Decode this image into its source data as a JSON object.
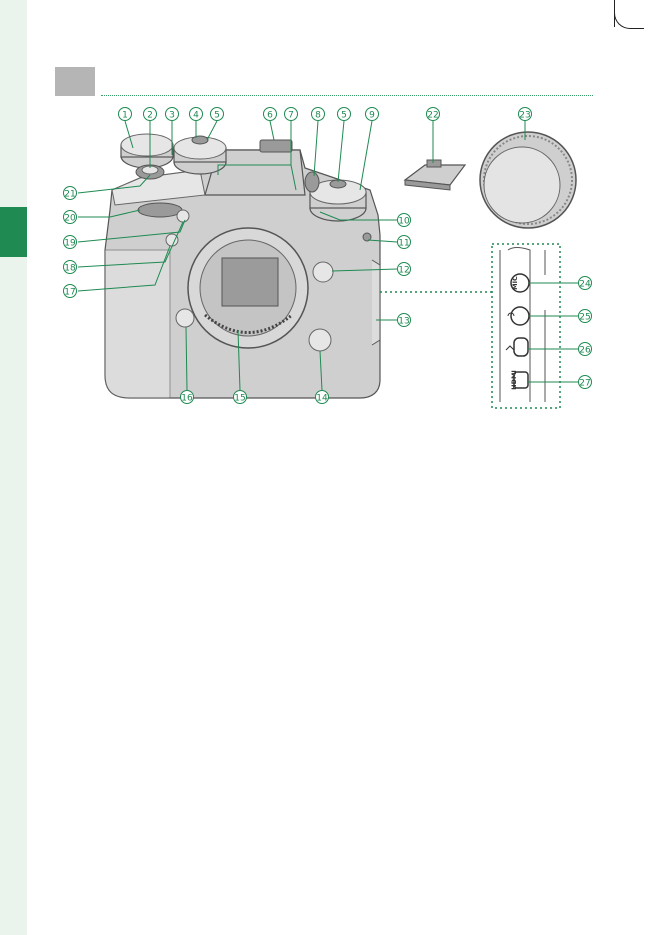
{
  "page": {
    "accent_color": "#1f8a52",
    "sidebar_color": "#eaf4ec",
    "heading_block_color": "#b5b5b5"
  },
  "figure": {
    "callouts": [
      {
        "number": "1",
        "label": "①"
      },
      {
        "number": "2",
        "label": "②"
      },
      {
        "number": "3",
        "label": "③"
      },
      {
        "number": "4",
        "label": "④"
      },
      {
        "number": "5",
        "label": "⑤"
      },
      {
        "number": "6",
        "label": "⑥"
      },
      {
        "number": "7",
        "label": "⑦"
      },
      {
        "number": "8",
        "label": "⑧"
      },
      {
        "number": "5b",
        "label": "⑤"
      },
      {
        "number": "9",
        "label": "⑨"
      },
      {
        "number": "22",
        "label": "㉒"
      },
      {
        "number": "23",
        "label": "㉓"
      },
      {
        "number": "21",
        "label": "㉑"
      },
      {
        "number": "20",
        "label": "⑳"
      },
      {
        "number": "10",
        "label": "⑩"
      },
      {
        "number": "19",
        "label": "⑲"
      },
      {
        "number": "11",
        "label": "⑪"
      },
      {
        "number": "18",
        "label": "⑱"
      },
      {
        "number": "12",
        "label": "⑫"
      },
      {
        "number": "17",
        "label": "⑰"
      },
      {
        "number": "24",
        "label": "㉔"
      },
      {
        "number": "25",
        "label": "㉕"
      },
      {
        "number": "13",
        "label": "⑬"
      },
      {
        "number": "26",
        "label": "㉖"
      },
      {
        "number": "27",
        "label": "㉗"
      },
      {
        "number": "16",
        "label": "⑯"
      },
      {
        "number": "15",
        "label": "⑮"
      },
      {
        "number": "14",
        "label": "⑭"
      }
    ],
    "port_labels": {
      "mic": "MIC",
      "hdmi": "HDMI"
    }
  }
}
